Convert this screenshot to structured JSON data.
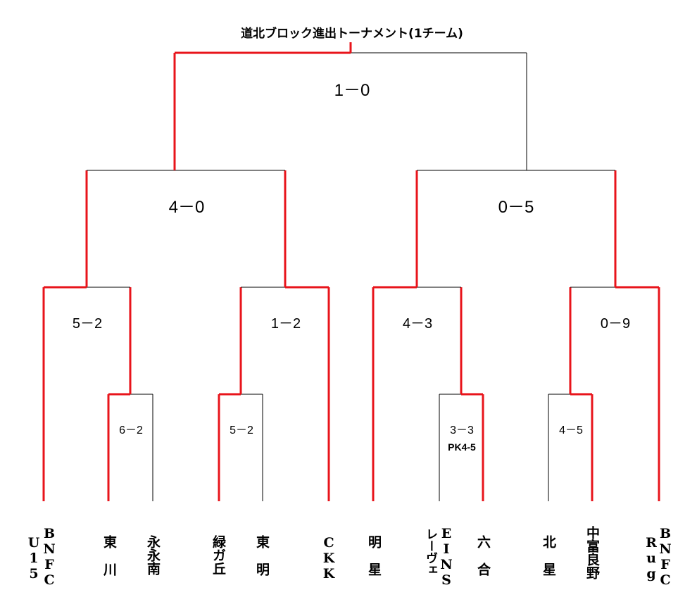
{
  "title": "道北ブロック進出トーナメント(1チーム)",
  "scores": {
    "final": "1－0",
    "semi_left": "4－0",
    "semi_right": "0－5",
    "qf1": "5－2",
    "qf2": "1－2",
    "qf3": "4－3",
    "qf4": "0－9",
    "r1_1": "6－2",
    "r1_2": "5－2",
    "r1_3": "3－3",
    "r1_3_pk": "PK4-5",
    "r1_4": "4－5"
  },
  "teams": [
    {
      "main": "BNFC",
      "sub": "U15"
    },
    {
      "main": "東川"
    },
    {
      "main": "永永南"
    },
    {
      "main": "緑ガ丘"
    },
    {
      "main": "東明"
    },
    {
      "main": "CKK"
    },
    {
      "main": "明星"
    },
    {
      "main": "EINS",
      "sub": "レーヴェ"
    },
    {
      "main": "六合"
    },
    {
      "main": "北星"
    },
    {
      "main": "中富良野"
    },
    {
      "main": "BNFC",
      "sub": "Rug"
    }
  ],
  "colors": {
    "winner_line": "#e8141b",
    "line": "#000000"
  }
}
